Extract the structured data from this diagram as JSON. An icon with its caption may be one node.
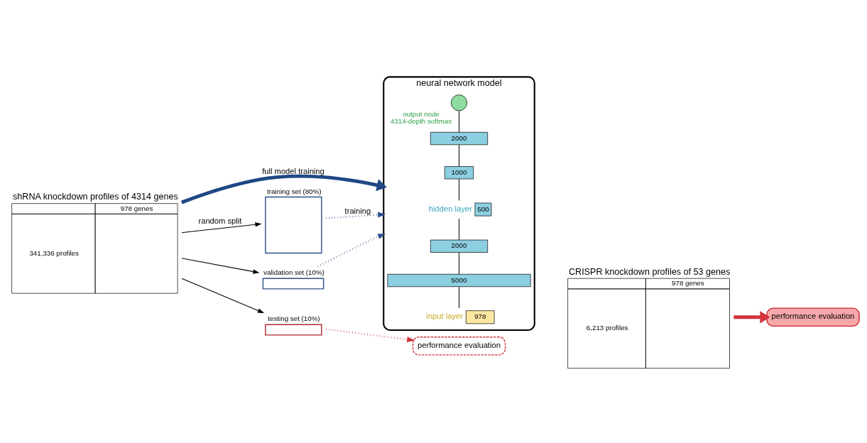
{
  "diagram": {
    "nodes": [
      {
        "text": [
          "shRNA knockdown profiles of 4314 genes",
          "978 genes",
          "341,336 profiles"
        ]
      },
      {
        "text": [
          "training set (80%)"
        ]
      },
      {
        "text": [
          "validation set (10%)"
        ]
      },
      {
        "text": [
          "testing set (10%)"
        ]
      },
      {
        "text": [
          "performance evaluation"
        ]
      },
      {
        "text": [
          "neural network model"
        ]
      },
      {
        "text": [
          "978"
        ],
        "in": 5,
        "beside": [
          "input layer"
        ]
      },
      {
        "text": [
          "5000"
        ],
        "in": 5
      },
      {
        "text": [
          "2000"
        ],
        "in": 5
      },
      {
        "text": [
          "500"
        ],
        "in": 5,
        "beside": [
          "hidden layer"
        ]
      },
      {
        "text": [
          "1000"
        ],
        "in": 5
      },
      {
        "text": [
          "2000"
        ],
        "in": 5
      },
      {
        "text": [],
        "shape": "circle",
        "in": 5,
        "beside": [
          "output node",
          "4314-depth softmax"
        ]
      },
      {
        "text": [
          "CRISPR knockdown profiles of 53 genes",
          "978 genes",
          "6,213 profiles"
        ]
      },
      {
        "text": [
          "performance evaluation"
        ]
      }
    ],
    "edges": [
      {
        "from": 0,
        "to": 1,
        "arrow": "to",
        "label": "random split"
      },
      {
        "from": 0,
        "to": 2,
        "arrow": "to"
      },
      {
        "from": 0,
        "to": 3,
        "arrow": "to"
      },
      {
        "from": 1,
        "to": 5,
        "arrow": "to",
        "style": "dashed",
        "color": "#2b4f8c",
        "label": "training"
      },
      {
        "from": 2,
        "to": 5,
        "arrow": "to",
        "style": "dashed",
        "color": "#2b4f8c"
      },
      {
        "from": 3,
        "to": 4,
        "arrow": "to",
        "style": "dashed",
        "color": "#d0343c"
      },
      {
        "from": 0,
        "to": 5,
        "arrow": "to",
        "style": "thick",
        "color": "#1f4785",
        "label": "full model training"
      },
      {
        "from": 6,
        "to": 7,
        "arrow": "none"
      },
      {
        "from": 7,
        "to": 8,
        "arrow": "none"
      },
      {
        "from": 8,
        "to": 9,
        "arrow": "none"
      },
      {
        "from": 9,
        "to": 10,
        "arrow": "none"
      },
      {
        "from": 10,
        "to": 11,
        "arrow": "none"
      },
      {
        "from": 11,
        "to": 12,
        "arrow": "none"
      },
      {
        "from": 13,
        "to": 14,
        "arrow": "to",
        "style": "thick",
        "color": "#d0343c"
      }
    ]
  }
}
